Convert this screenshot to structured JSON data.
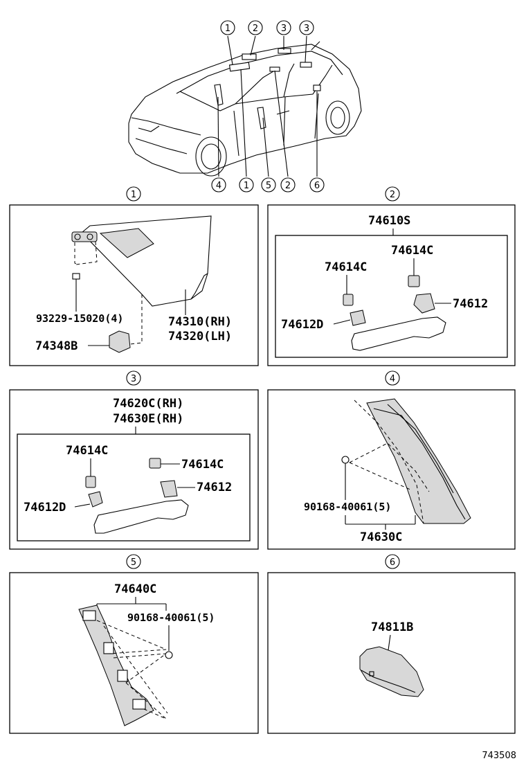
{
  "overview": {
    "top_callouts": [
      "1",
      "2",
      "3",
      "3"
    ],
    "bottom_callouts": [
      "4",
      "1",
      "5",
      "2",
      "6"
    ]
  },
  "panels": {
    "p1": {
      "num": "1",
      "parts": [
        "93229-15020(4)",
        "74310(RH)",
        "74320(LH)",
        "74348B"
      ]
    },
    "p2": {
      "num": "2",
      "assembly": "74610S",
      "parts": [
        "74614C",
        "74614C",
        "74612",
        "74612D"
      ]
    },
    "p3": {
      "num": "3",
      "assembly_1": "74620C(RH)",
      "assembly_2": "74630E(RH)",
      "parts": [
        "74614C",
        "74614C",
        "74612",
        "74612D"
      ]
    },
    "p4": {
      "num": "4",
      "parts": [
        "90168-40061(5)",
        "74630C"
      ]
    },
    "p5": {
      "num": "5",
      "parts": [
        "74640C",
        "90168-40061(5)"
      ]
    },
    "p6": {
      "num": "6",
      "parts": [
        "74811B"
      ]
    }
  },
  "ref_code": "743508"
}
